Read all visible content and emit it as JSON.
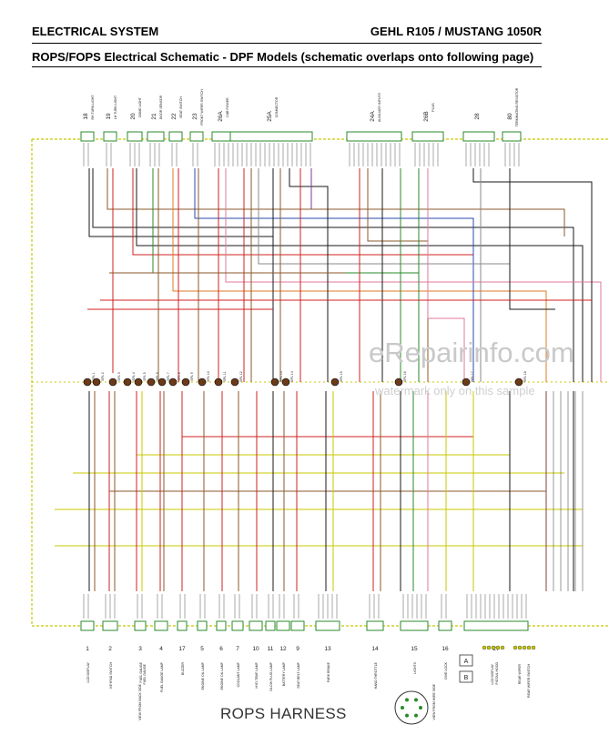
{
  "header": {
    "left": "ELECTRICAL SYSTEM",
    "right": "GEHL R105 / MUSTANG 1050R",
    "subtitle": "ROPS/FOPS Electrical Schematic - DPF Models (schematic overlaps onto following page)"
  },
  "harness_label": "ROPS HARNESS",
  "watermark": {
    "main": "eRepairinfo.com",
    "sub": "watermark only on this sample"
  },
  "top_connectors": [
    {
      "num": "18",
      "label": "RH TURN LIGHT"
    },
    {
      "num": "19",
      "label": "LH TURN LIGHT"
    },
    {
      "num": "20",
      "label": "DOME LIGHT"
    },
    {
      "num": "21",
      "label": "DOOR SENSOR"
    },
    {
      "num": "22",
      "label": "SEAT SWITCH"
    },
    {
      "num": "23",
      "label": "FRONT WIPER SWITCH"
    },
    {
      "num": "26A",
      "label": "CAB POWER"
    },
    {
      "num": "25A",
      "label": "CONNECTOR"
    },
    {
      "num": "24A",
      "label": "AUXILIARY INPUTS"
    },
    {
      "num": "26B",
      "label": "PLUG"
    },
    {
      "num": "28",
      "label": ""
    },
    {
      "num": "80",
      "label": "TERMINATING RESISTOR"
    }
  ],
  "bottom_connectors": [
    {
      "num": "1",
      "label": "LCD DISPLAY"
    },
    {
      "num": "2",
      "label": "KEYPAD SWITCH"
    },
    {
      "num": "3",
      "label": "FUEL GAUGE"
    },
    {
      "num": "4",
      "label": "FUEL GAUGE LAMP"
    },
    {
      "num": "17",
      "label": "BUZZER"
    },
    {
      "num": "5",
      "label": "ENGINE OIL LAMP"
    },
    {
      "num": "6",
      "label": "ENGINE OIL LAMP"
    },
    {
      "num": "7",
      "label": "COOLANT LAMP"
    },
    {
      "num": "10",
      "label": "HYD TEMP LAMP"
    },
    {
      "num": "11",
      "label": "GLOW PLUG LAMP"
    },
    {
      "num": "12",
      "label": "BATTERY LAMP"
    },
    {
      "num": "9",
      "label": "SEAT BELT LAMP"
    },
    {
      "num": "13",
      "label": "PARK BRAKE"
    },
    {
      "num": "14",
      "label": "HAND THROTTLE"
    },
    {
      "num": "15",
      "label": "LIGHTS"
    },
    {
      "num": "16",
      "label": "DIVE LOCK"
    },
    {
      "num": "27",
      "label": "PIGTAIL HOOD"
    }
  ],
  "side_labels": {
    "view_from_back_left": "VIEW FROM BACK SIDE",
    "view_from_wire_right": "VIEW FROM WIRE SIDE",
    "fuel_gauge_sub": "FUEL GAUGE",
    "a_box": "A",
    "b_box": "B",
    "lcd_sub": "LCD DISPLAY",
    "rear_wiper": "REAR WIPER",
    "rear_wiper_switch": "REAR WIPER SWITCH"
  },
  "splices": [
    "SPL 1",
    "SPL 2",
    "SPL 3",
    "SPL 4",
    "SPL 5",
    "SPL 6",
    "SPL 7",
    "SPL 8",
    "SPL 9",
    "SPL 10",
    "SPL 11",
    "SPL 12",
    "SPL 13",
    "SPL 14",
    "SPL 15",
    "SPL 16",
    "SPL 17",
    "SPL 18"
  ],
  "colors": {
    "yellow": "#c8c800",
    "black": "#1a1a1a",
    "brown": "#8b5a2b",
    "red": "#d02020",
    "green": "#2a8a2a",
    "blue": "#2a4ab0",
    "gray": "#8a8a8a",
    "orange": "#e07a20",
    "purple": "#7a3a9a",
    "pink": "#e07a9a"
  }
}
